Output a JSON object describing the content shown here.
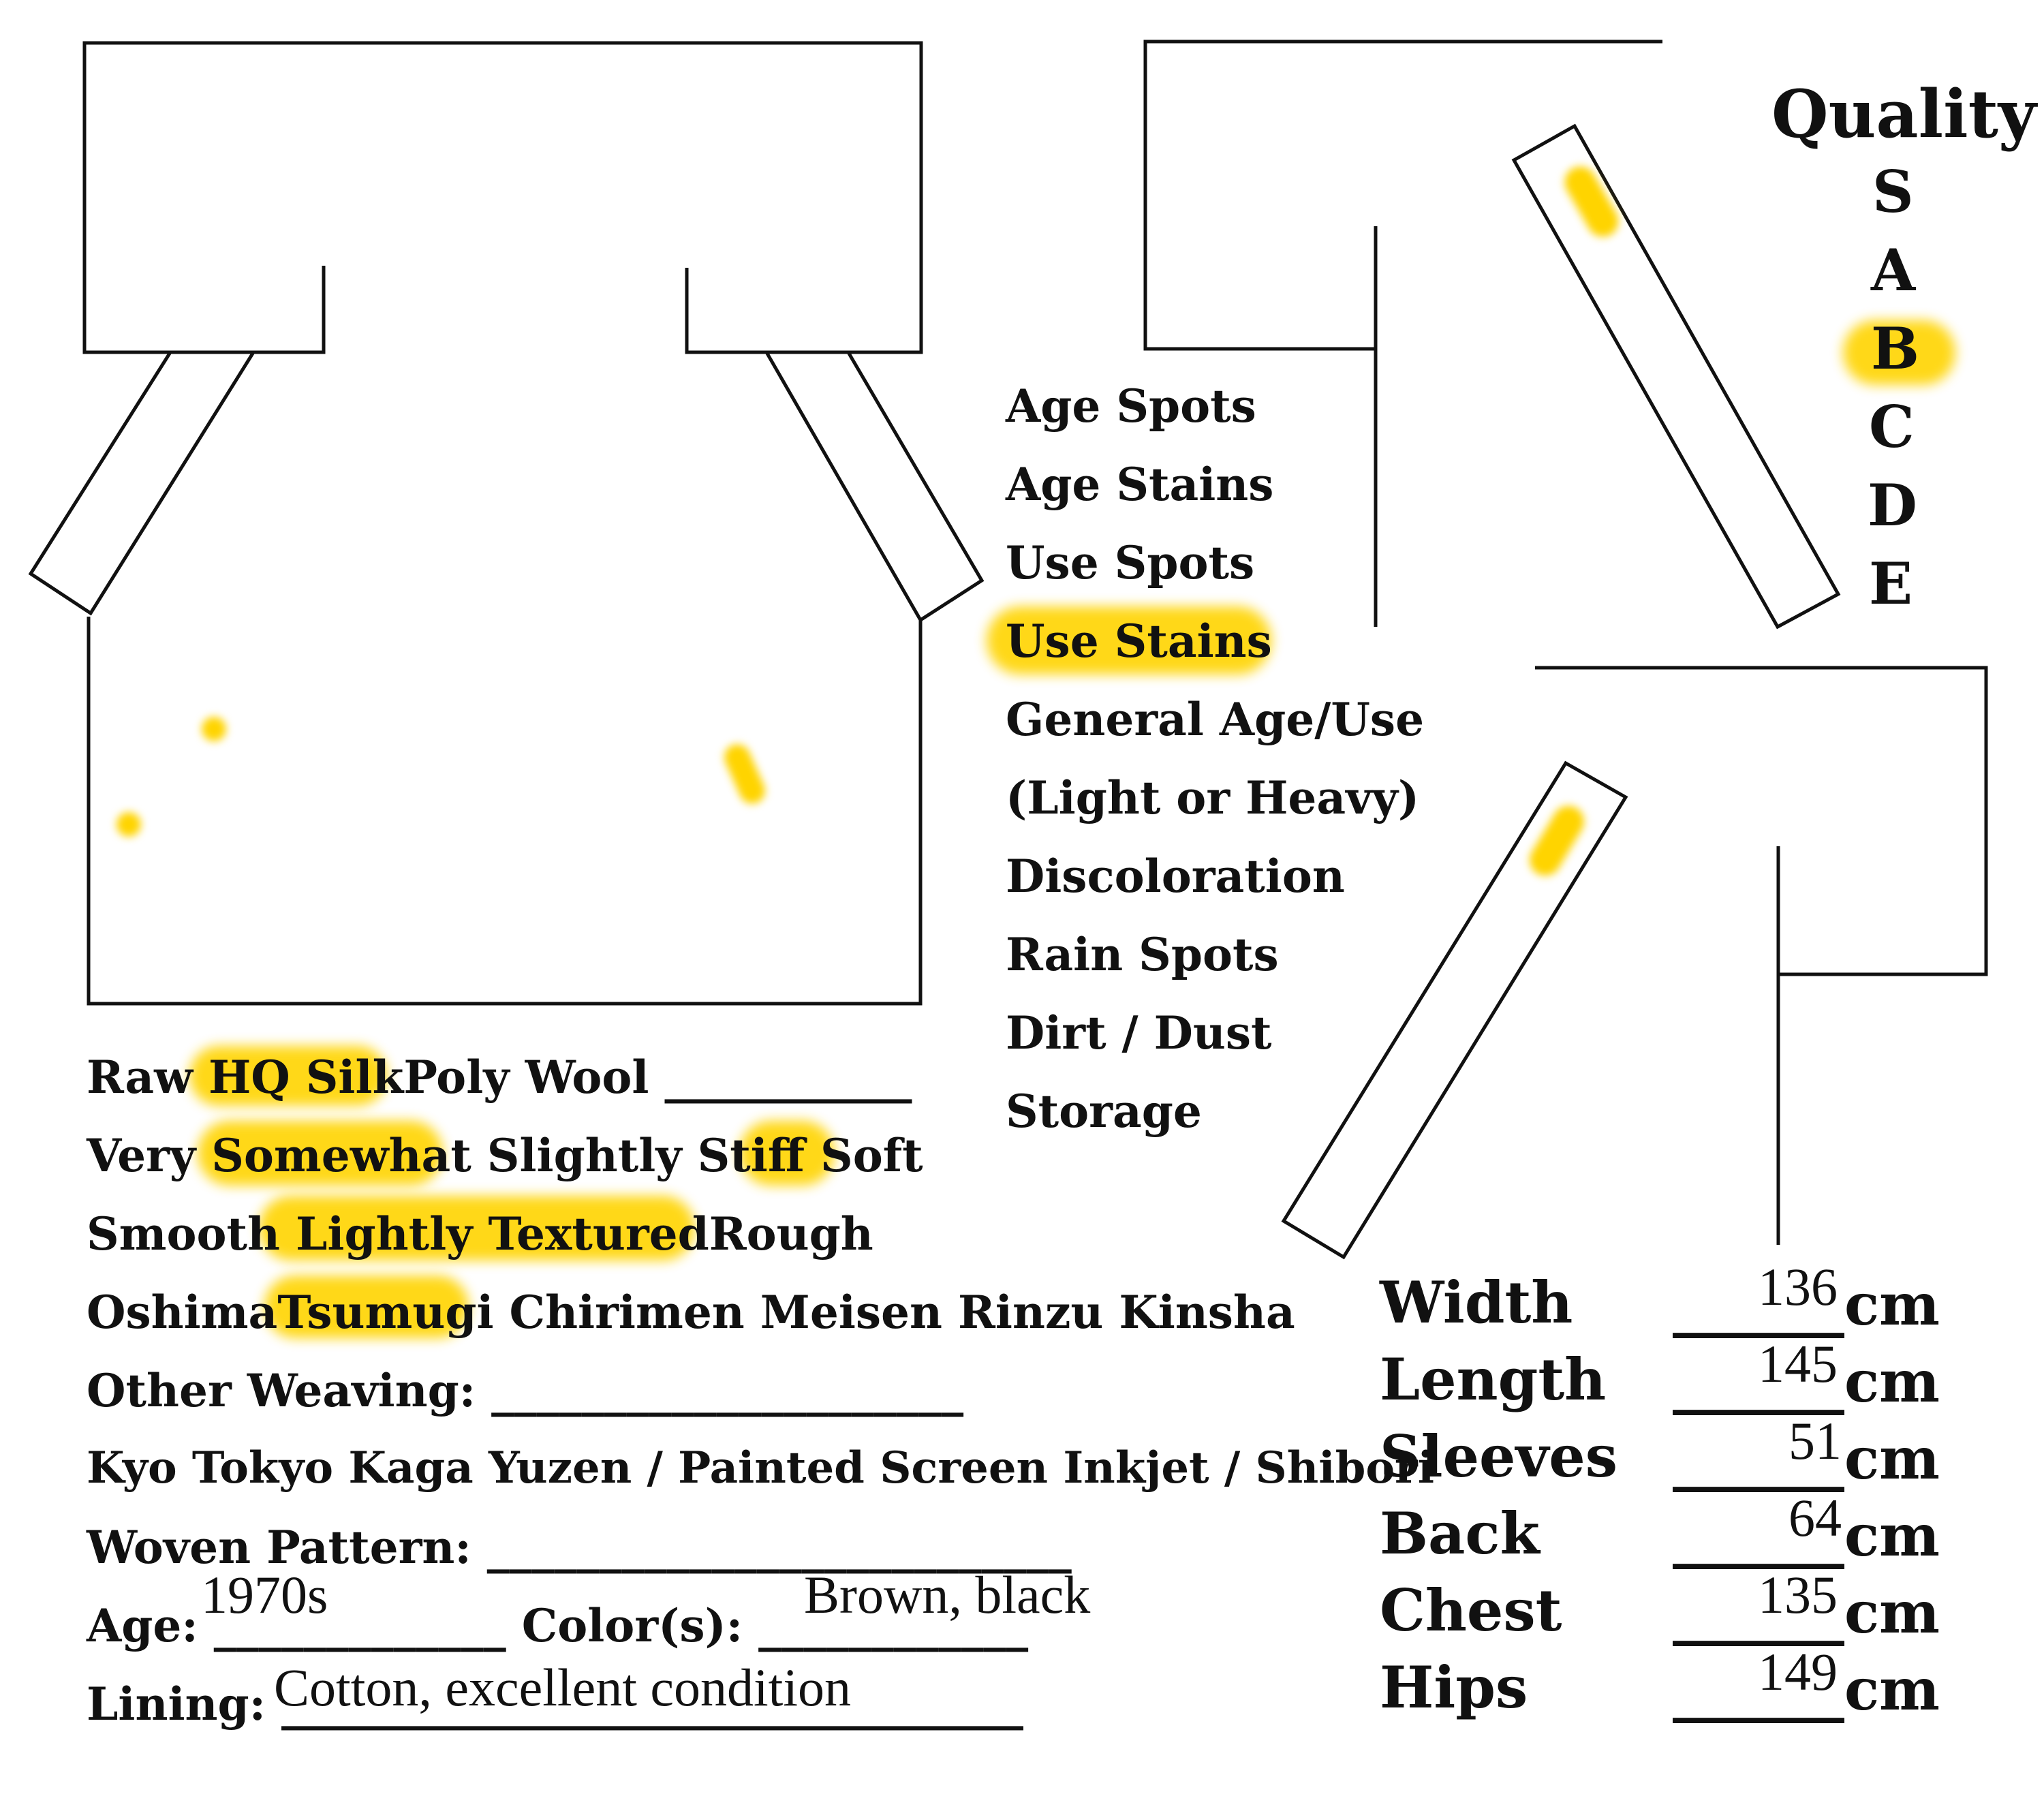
{
  "quality": {
    "title": "Quality",
    "grades": [
      "S",
      "A",
      "B",
      "C",
      "D",
      "E"
    ],
    "selected": "B"
  },
  "issues": [
    "Age Spots",
    "Age Stains",
    "Use Spots",
    "Use Stains",
    "General Age/Use",
    "(Light or Heavy)",
    "Discoloration",
    "Rain Spots",
    "Dirt / Dust",
    "Storage"
  ],
  "issues_selected": [
    "Use Stains"
  ],
  "material": {
    "options": [
      "Raw",
      "HQ Silk",
      "Poly",
      "Wool"
    ],
    "blank": "___________",
    "selected": [
      "HQ Silk"
    ]
  },
  "stiffness": {
    "options": [
      "Very",
      "Somewhat",
      "Slightly",
      "Stiff",
      "Soft"
    ],
    "selected": [
      "Somewhat",
      "Slightly",
      "Soft"
    ]
  },
  "texture": {
    "options": [
      "Smooth",
      "Lightly",
      "Textured",
      "Rough"
    ],
    "selected": [
      "Lightly",
      "Textured"
    ]
  },
  "weave": {
    "options": [
      "Oshima",
      "Tsumugi",
      "Chirimen",
      "Meisen",
      "Rinzu",
      "Kinsha"
    ],
    "selected": [
      "Tsumugi"
    ]
  },
  "other_weaving": {
    "label": "Other Weaving:",
    "blank": "_____________________"
  },
  "dye_line": "Kyo Tokyo Kaga Yuzen / Painted Screen Inkjet / Shibori",
  "woven_pattern": {
    "label": "Woven Pattern:",
    "blank": "__________________________"
  },
  "age": {
    "label": "Age:",
    "blank": "_____________",
    "value": "1970s"
  },
  "colors": {
    "label": "Color(s):",
    "blank": "____________",
    "value": "Brown, black"
  },
  "lining": {
    "label": "Lining:",
    "blank": "_________________________________",
    "value": "Cotton, excellent condition"
  },
  "measurements": {
    "unit": "cm",
    "blank": "______",
    "rows": [
      {
        "label": "Width",
        "value": "136"
      },
      {
        "label": "Length",
        "value": "145"
      },
      {
        "label": "Sleeves",
        "value": "51"
      },
      {
        "label": "Back",
        "value": "64"
      },
      {
        "label": "Chest",
        "value": "135"
      },
      {
        "label": "Hips",
        "value": "149"
      }
    ]
  },
  "colors_theme": {
    "highlight": "#ffd400",
    "ink": "#111111"
  }
}
